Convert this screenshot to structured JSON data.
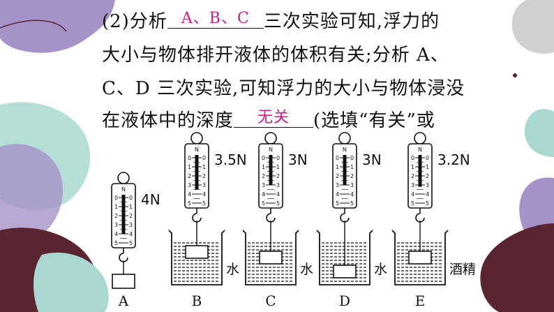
{
  "question": {
    "line1_prefix": "(2)分析",
    "answer1": "A、B、C",
    "line1_suffix": "三次实验可知,浮力的",
    "line2": "大小与物体排开液体的体积有关;分析 A、",
    "line3": "C、D 三次实验,可知浮力的大小与物体浸没",
    "line4_prefix": "在液体中的深度",
    "answer2": "无关",
    "line4_suffix": "(选填“有关”或"
  },
  "experiments": [
    {
      "label": "A",
      "reading": "4N",
      "liquid": ""
    },
    {
      "label": "B",
      "reading": "3.5N",
      "liquid": "水"
    },
    {
      "label": "C",
      "reading": "3N",
      "liquid": "水"
    },
    {
      "label": "D",
      "reading": "3N",
      "liquid": "水"
    },
    {
      "label": "E",
      "reading": "3.2N",
      "liquid": "酒精"
    }
  ],
  "scale": {
    "top_letter": "N",
    "ticks": [
      "0",
      "1",
      "2",
      "3",
      "4",
      "5"
    ]
  },
  "colors": {
    "answer": "#d4198a",
    "teal": "#a8d8cf",
    "purple": "#a592c8",
    "maroon": "#5a2430",
    "gray": "#cfd0d2"
  }
}
